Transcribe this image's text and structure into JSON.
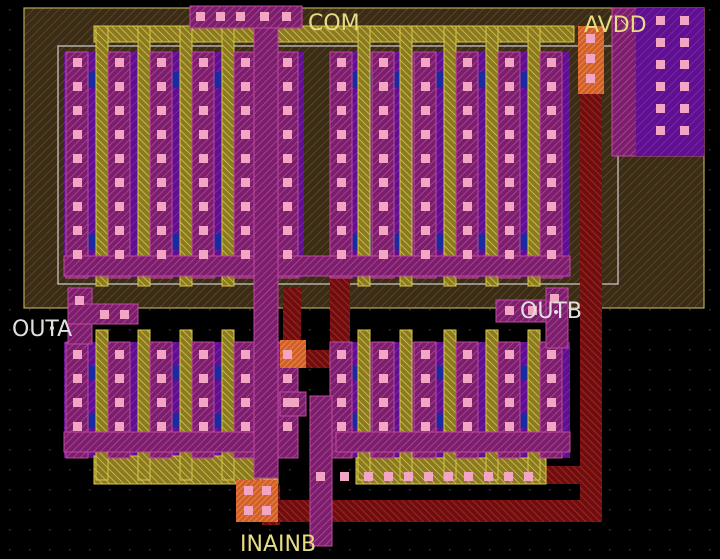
{
  "layout": {
    "labels": {
      "com": "COM",
      "avdd": "AVDD",
      "outa": "OUTA",
      "outb": "OUTB",
      "inainb": "INAINB"
    }
  },
  "colors": {
    "background": "#000000",
    "grid_dot": "#2b2b2b",
    "well_outline": "#b8a75a",
    "active": "#7a18b3",
    "diffusion": "#1a2aa0",
    "poly": "#c8b43a",
    "metal1": "#b03a9a",
    "metal2": "#a11818",
    "contact": "#f2a6c4",
    "via": "#ff7a3a",
    "label_text": "#e6dc84",
    "label_text_light": "#e0e0e0"
  },
  "icons": [
    "net-label-marker",
    "contact-square",
    "via-square"
  ]
}
